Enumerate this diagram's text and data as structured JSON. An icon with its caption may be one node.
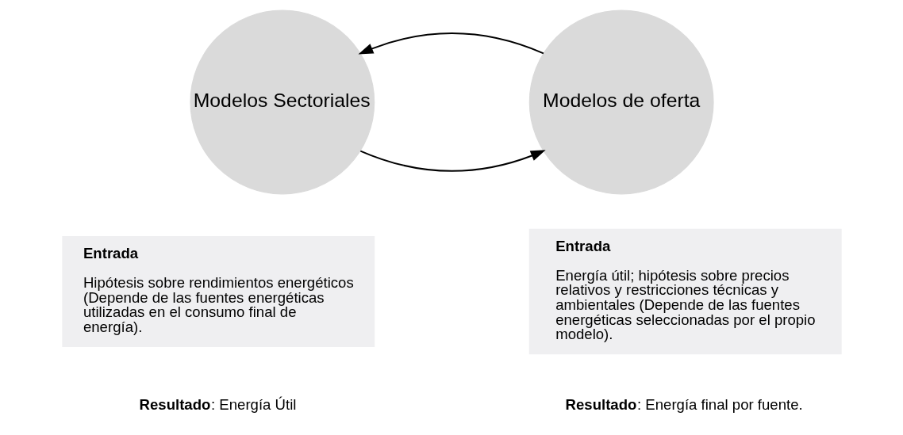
{
  "diagram": {
    "nodes": [
      {
        "text": [
          "Modelos Sectoriales"
        ]
      },
      {
        "text": [
          "Modelos de oferta"
        ]
      },
      {
        "text": [
          "Entrada",
          "Hipótesis sobre rendimientos energéticos (Depende de las fuentes energéticas utilizadas en el consumo final de energía)."
        ],
        "beside": [
          "**Resultado**: Energía Útil"
        ]
      },
      {
        "text": [
          "Entrada",
          "Energía útil; hipótesis sobre precios relativos y restricciones técnicas y ambientales (Depende de las fuentes energéticas seleccionadas por el propio modelo)."
        ],
        "beside": [
          "**Resultado**: Energía final por fuente."
        ]
      }
    ],
    "edges": [
      {
        "from": 0,
        "to": 1,
        "arrow": "to"
      },
      {
        "from": 1,
        "to": 0,
        "arrow": "to"
      }
    ]
  }
}
